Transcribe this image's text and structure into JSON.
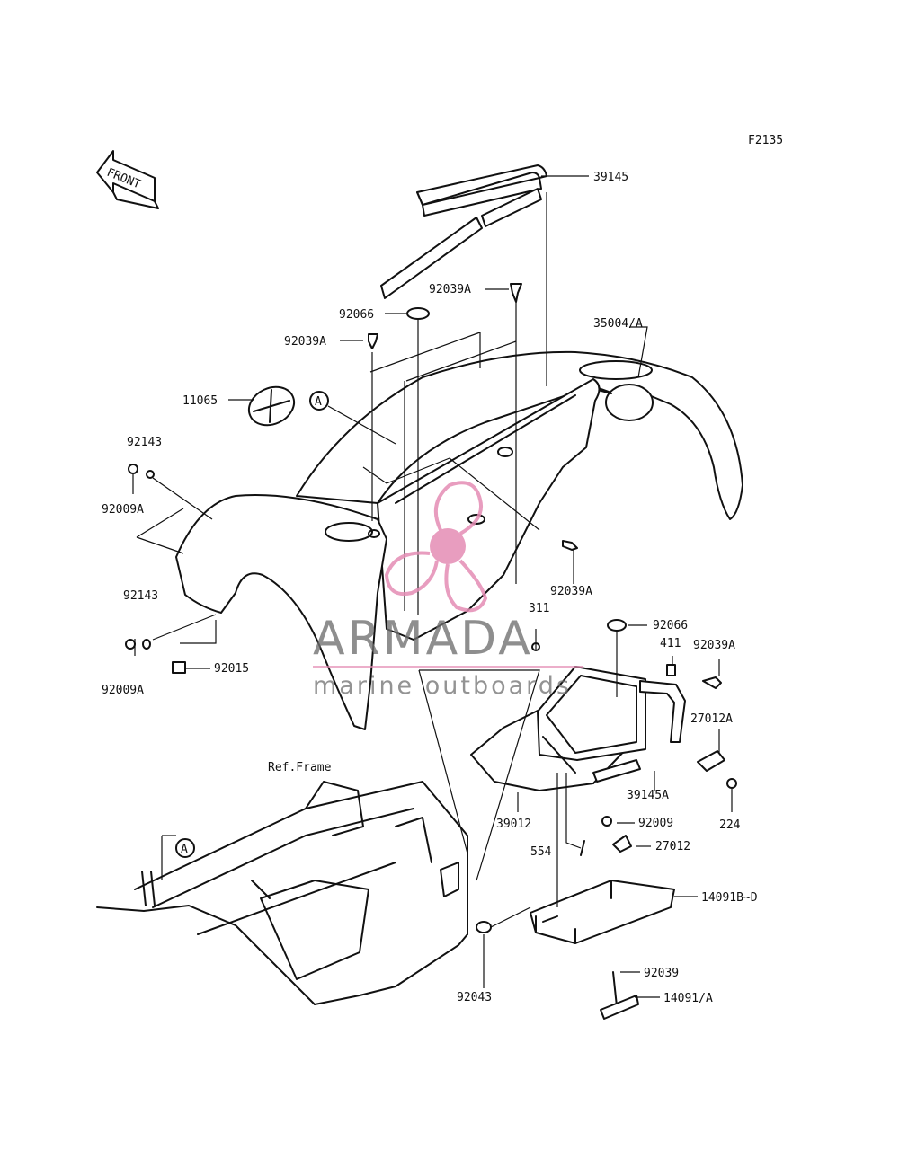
{
  "figure": {
    "code": "F2135",
    "front_label": "FRONT",
    "ref_frame_label": "Ref.Frame",
    "ref_marker": "A"
  },
  "watermark": {
    "brand": "ARMADA",
    "tagline": "marine outboards",
    "logo_color": "#e48cb4",
    "text_color": "#6f6f6f"
  },
  "parts": [
    "39145",
    "92039A",
    "92066",
    "35004/A",
    "92039A",
    "11065",
    "92143",
    "92009A",
    "92039A",
    "92143",
    "92009A",
    "92015",
    "311",
    "92066",
    "411",
    "92039A",
    "27012A",
    "39145A",
    "224",
    "39012",
    "92009",
    "554",
    "27012",
    "14091B~D",
    "92043",
    "92039",
    "14091/A"
  ]
}
